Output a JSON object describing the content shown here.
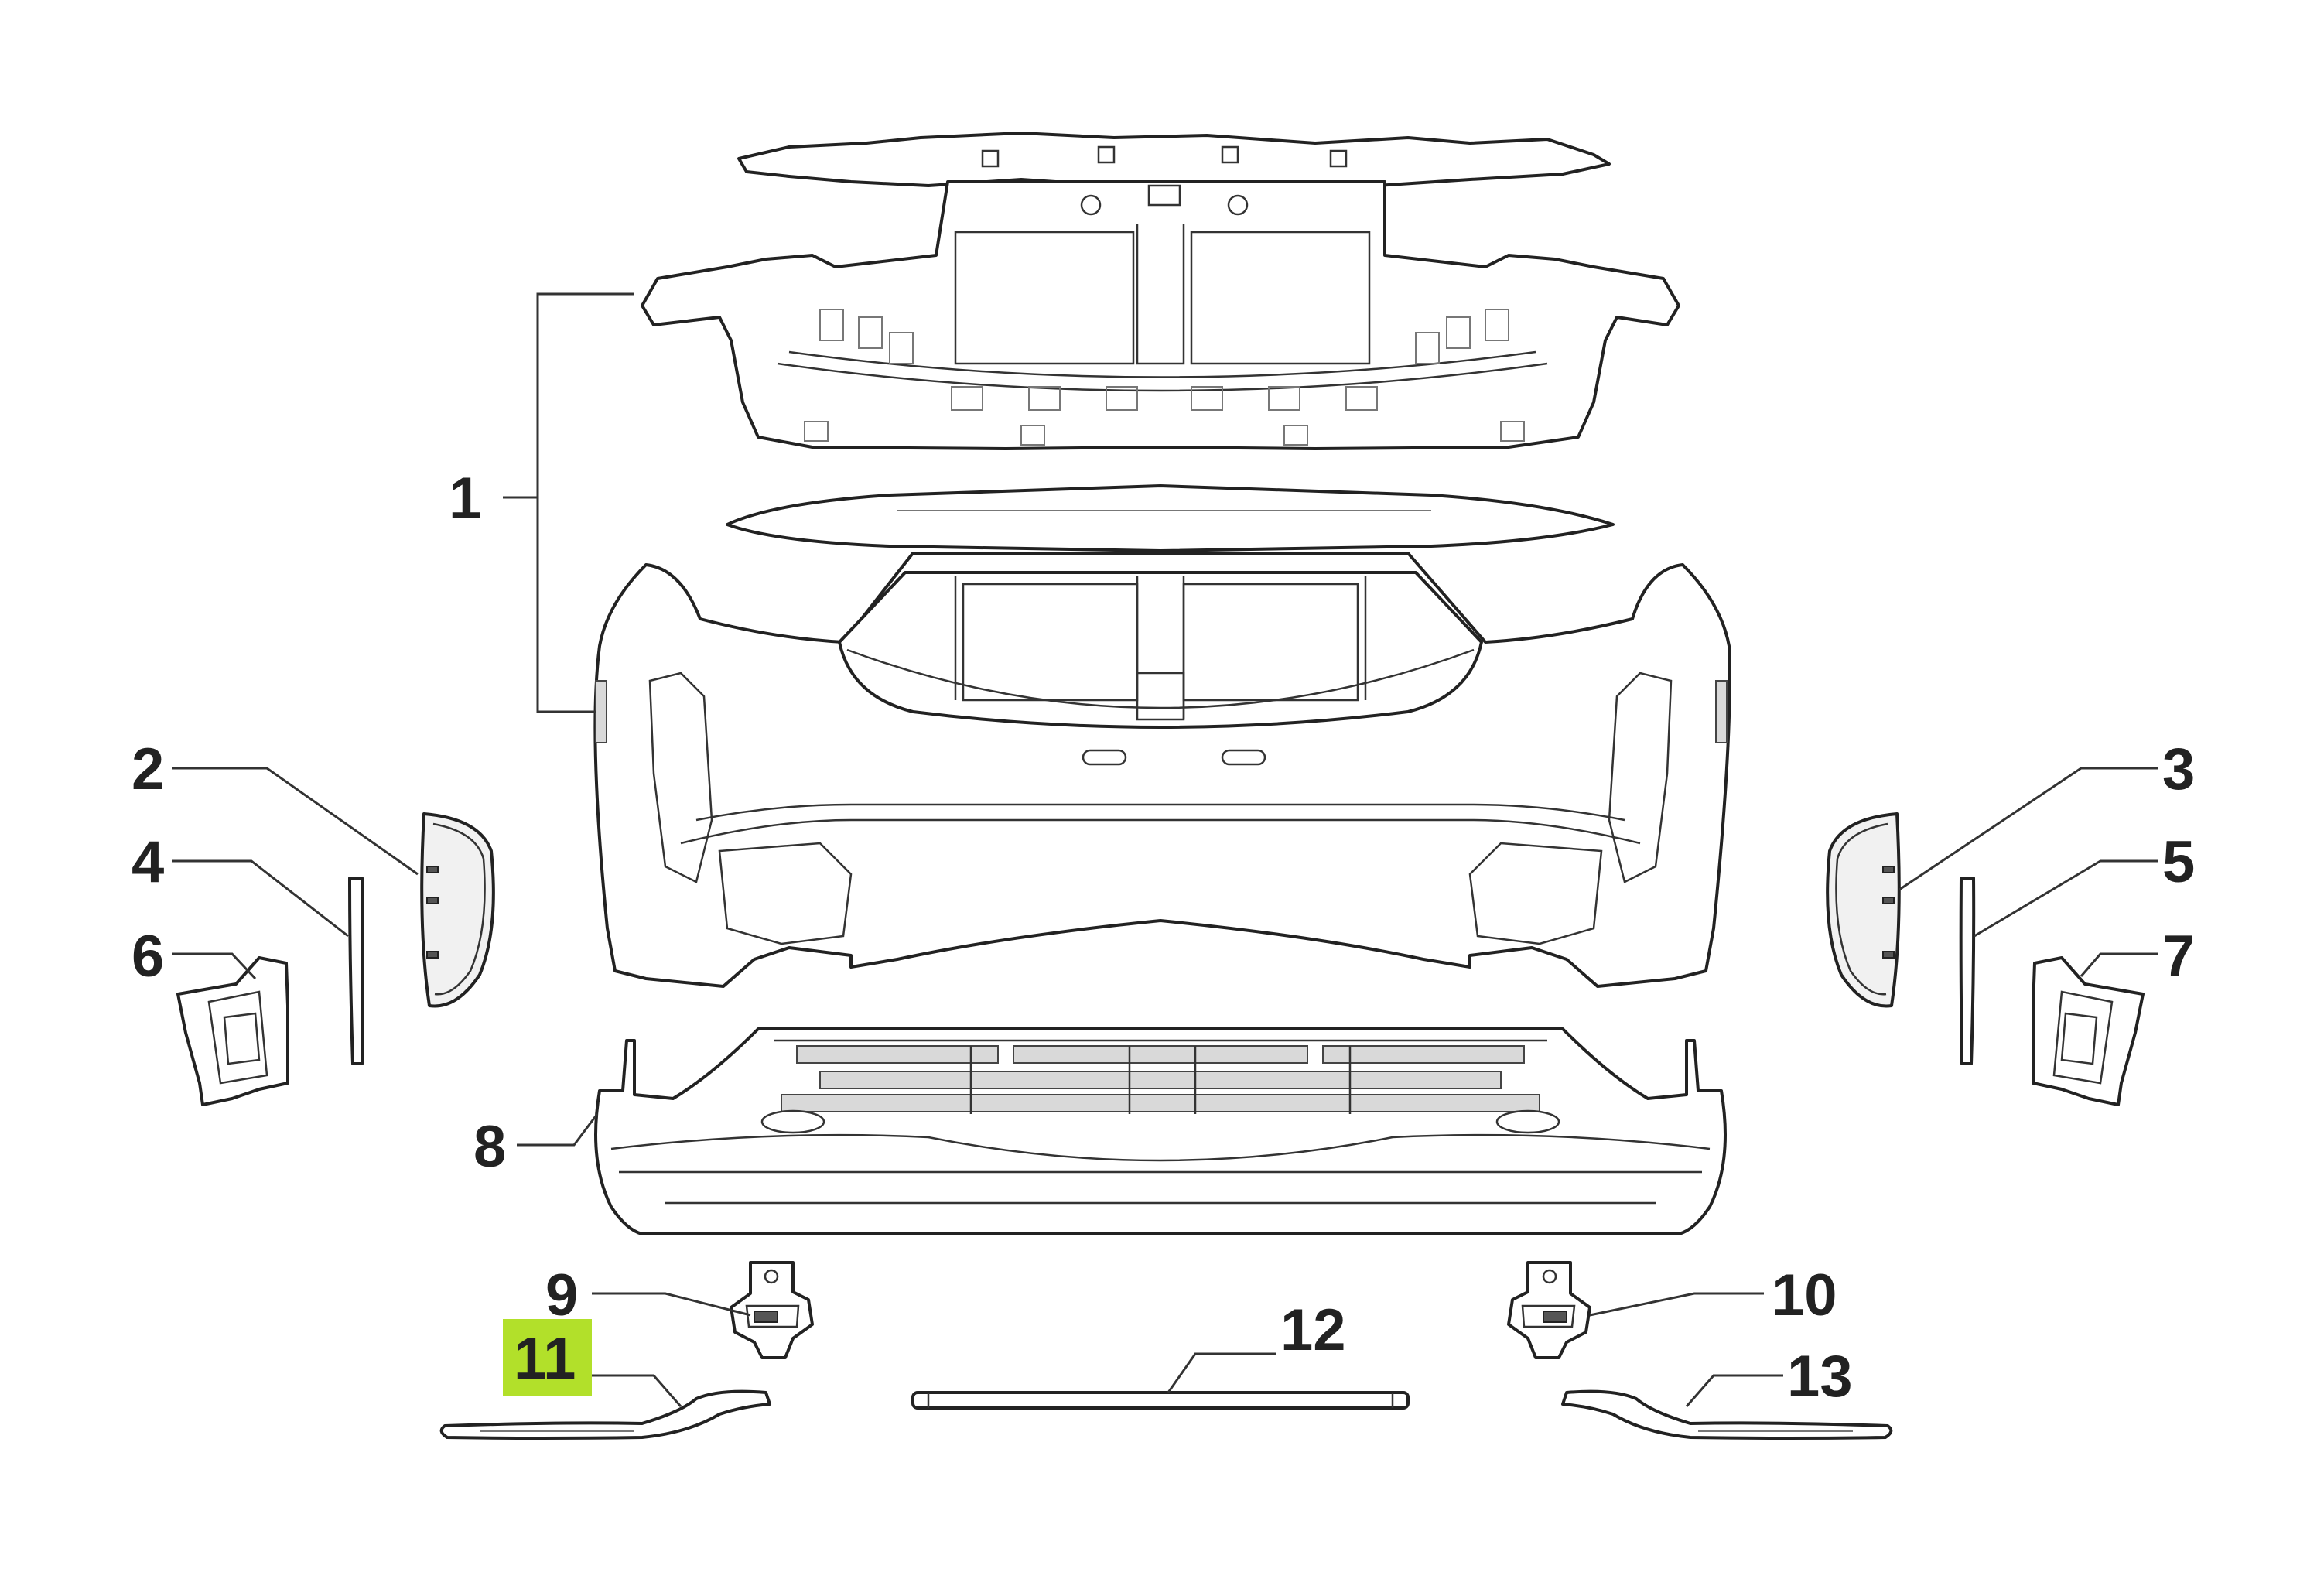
{
  "diagram": {
    "highlight_color": "#b2e02a",
    "callouts": [
      {
        "id": "1",
        "label": "1"
      },
      {
        "id": "2",
        "label": "2"
      },
      {
        "id": "3",
        "label": "3"
      },
      {
        "id": "4",
        "label": "4"
      },
      {
        "id": "5",
        "label": "5"
      },
      {
        "id": "6",
        "label": "6"
      },
      {
        "id": "7",
        "label": "7"
      },
      {
        "id": "8",
        "label": "8"
      },
      {
        "id": "9",
        "label": "9"
      },
      {
        "id": "10",
        "label": "10"
      },
      {
        "id": "11",
        "label": "11",
        "highlighted": true
      },
      {
        "id": "12",
        "label": "12"
      },
      {
        "id": "13",
        "label": "13"
      }
    ]
  }
}
